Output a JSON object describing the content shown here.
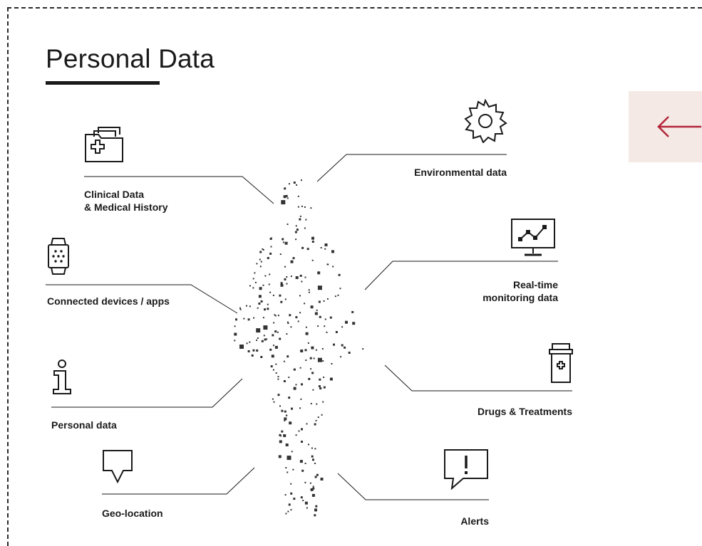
{
  "title": "Personal Data",
  "colors": {
    "accent": "#b3263a",
    "panel": "#f4e9e5",
    "ink": "#1a1a1a",
    "dots": "#333333"
  },
  "back_button": {
    "icon": "arrow-left-icon"
  },
  "items": {
    "clinical": {
      "line1": "Clinical Data",
      "line2": "& Medical History",
      "icon": "medical-folder-icon"
    },
    "connected": {
      "label": "Connected devices / apps",
      "icon": "smartwatch-icon"
    },
    "personal": {
      "label": "Personal data",
      "icon": "info-icon"
    },
    "geo": {
      "label": "Geo-location",
      "icon": "location-marker-icon"
    },
    "environmental": {
      "label": "Environmental data",
      "icon": "gear-icon"
    },
    "realtime": {
      "line1": "Real-time",
      "line2": "monitoring data",
      "icon": "monitor-chart-icon"
    },
    "drugs": {
      "label": "Drugs & Treatments",
      "icon": "medicine-bottle-icon"
    },
    "alerts": {
      "label": "Alerts",
      "icon": "alert-bubble-icon"
    }
  }
}
